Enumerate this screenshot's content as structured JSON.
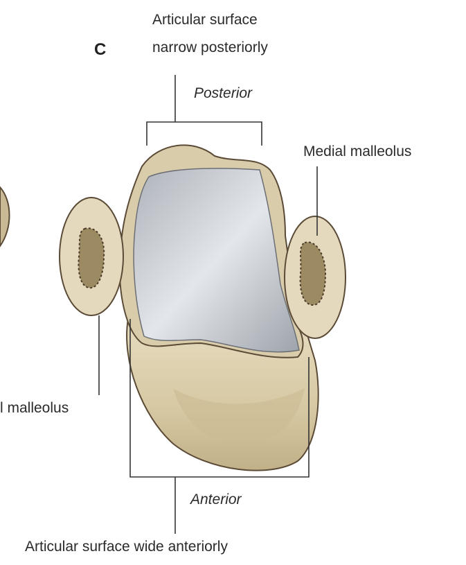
{
  "figure": {
    "panel_letter": "C",
    "labels": {
      "top_line1": "Articular surface",
      "top_line2": "narrow posteriorly",
      "posterior": "Posterior",
      "medial": "Medial malleolus",
      "lateral_partial": "l malleolus",
      "anterior": "Anterior",
      "bottom": "Articular surface wide anteriorly"
    }
  },
  "colors": {
    "bone": "#d9ccaa",
    "bone_shadow": "#b9a983",
    "cartilage": "#b9bec4",
    "cartilage_light": "#dfe2e6",
    "outline": "#5a4a36",
    "leader": "#333333"
  }
}
